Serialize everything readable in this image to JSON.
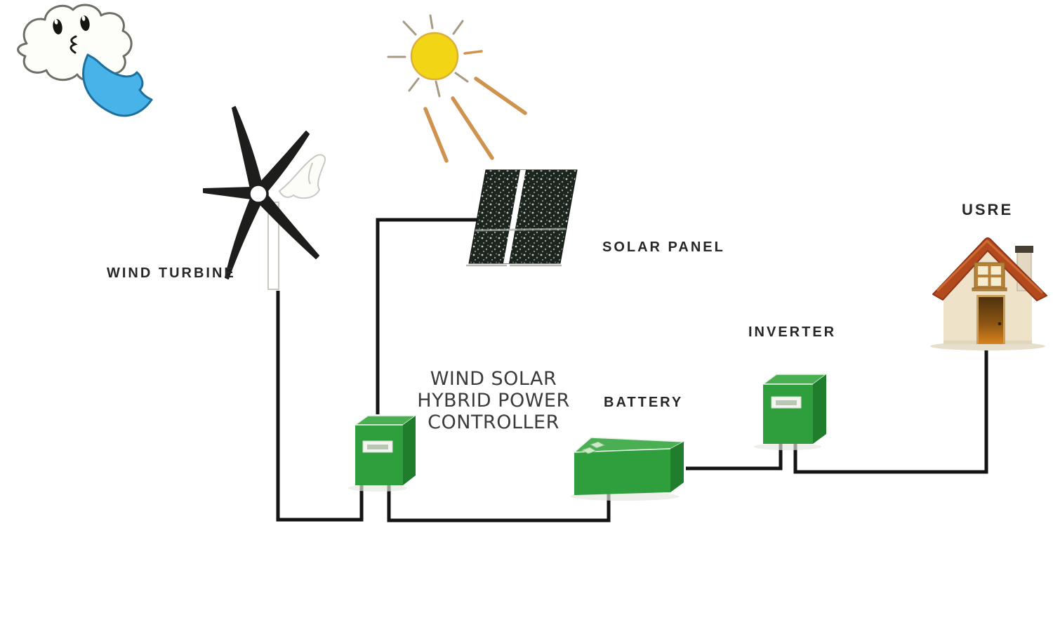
{
  "labels": {
    "wind_turbine": "WIND TURBINE",
    "solar_panel": "SOLAR PANEL",
    "battery": "BATTERY",
    "inverter": "INVERTER",
    "user": "USRE"
  },
  "controller": {
    "line1": "WIND SOLAR",
    "line2": "HYBRID POWER",
    "line3": "CONTROLLER"
  },
  "icons": [
    "cloud-icon",
    "wind-swoosh-icon",
    "wind-turbine-icon",
    "sun-icon",
    "sun-rays-icon",
    "solar-panel-icon",
    "controller-box-icon",
    "battery-icon",
    "inverter-box-icon",
    "house-icon"
  ],
  "colors": {
    "background": "#ffffff",
    "wire": "#141414",
    "label-text": "#272727",
    "controller-text": "#3b3b3b",
    "box-front": "#2f9e3c",
    "box-top": "#4aaf52",
    "box-side": "#1f7d2c",
    "box-label": "#f3f5ef",
    "box-label-inner": "#b9c7b4",
    "sun-fill": "#f2d616",
    "sun-stroke": "#dcae3c",
    "ray-short": "#a79a84",
    "ray-long": "#cf9350",
    "wind-blue": "#47b3e8",
    "wind-blue-stroke": "#1d6f9e",
    "cloud-fill": "#fdfdf9",
    "cloud-stroke": "#6e6e66",
    "turbine-black": "#1d1d1b",
    "turbine-gray": "#c9c9c2",
    "panel-dark": "#1b241d",
    "house-wall": "#eee3c9",
    "house-roof": "#b34a1e",
    "house-roof-dark": "#8f3515",
    "window-frame": "#b5813b",
    "window-pane": "#f6eccf",
    "door-dark": "#4f320e",
    "door-light": "#d9831c",
    "chimney": "#e3d9c2",
    "chimney-cap": "#463f36"
  }
}
